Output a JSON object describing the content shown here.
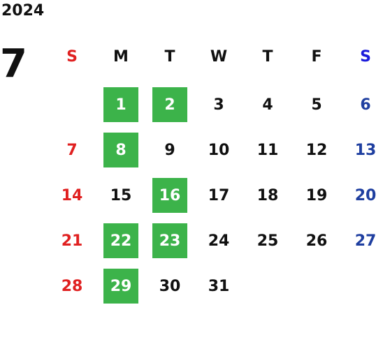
{
  "calendar": {
    "year": "2024",
    "month": "7",
    "weekday_headers": [
      "S",
      "M",
      "T",
      "W",
      "T",
      "F",
      "S"
    ],
    "weeks": [
      [
        "",
        "1",
        "2",
        "3",
        "4",
        "5",
        "6"
      ],
      [
        "7",
        "8",
        "9",
        "10",
        "11",
        "12",
        "13"
      ],
      [
        "14",
        "15",
        "16",
        "17",
        "18",
        "19",
        "20"
      ],
      [
        "21",
        "22",
        "23",
        "24",
        "25",
        "26",
        "27"
      ],
      [
        "28",
        "29",
        "30",
        "31",
        "",
        "",
        ""
      ]
    ],
    "highlighted_days": [
      "1",
      "2",
      "8",
      "16",
      "22",
      "23",
      "29"
    ]
  },
  "colors": {
    "highlight": "#3cb34a",
    "sunday": "#e02020",
    "saturday": "#1f3fa0",
    "saturday_header": "#1a1adb",
    "text": "#111111"
  }
}
